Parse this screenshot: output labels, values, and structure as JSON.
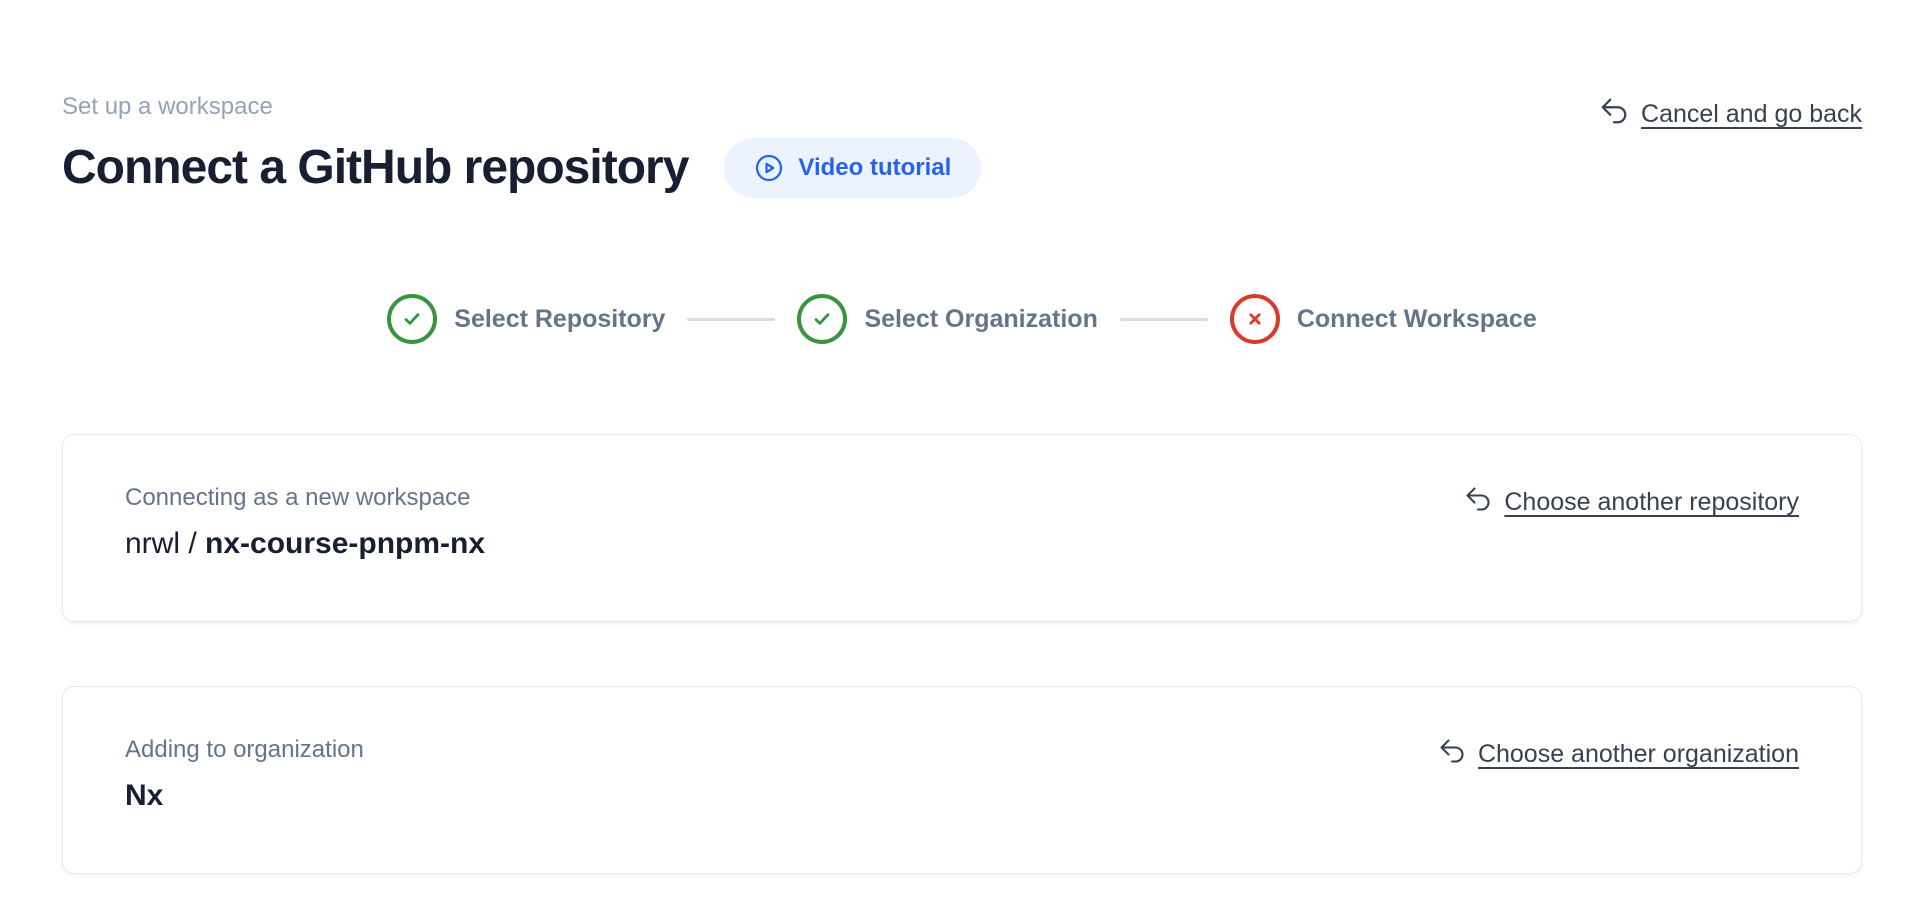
{
  "theme": {
    "accent_blue": "#2563eb",
    "video_pill_bg": "#edf3fe",
    "success_green": "#38953e",
    "error_red": "#d93a2b",
    "muted_text": "#94a3b8",
    "label_text": "#64748b",
    "dark_text": "#191f33",
    "link_text": "#374151",
    "border": "#e6e8ef",
    "connector": "#d7dbe2"
  },
  "header": {
    "eyebrow": "Set up a workspace",
    "title": "Connect a GitHub repository",
    "video_button_label": "Video tutorial",
    "cancel_link_label": "Cancel and go back"
  },
  "stepper": {
    "steps": [
      {
        "label": "Select Repository",
        "status": "complete",
        "icon": "check-circle"
      },
      {
        "label": "Select Organization",
        "status": "complete",
        "icon": "check-circle"
      },
      {
        "label": "Connect Workspace",
        "status": "error",
        "icon": "x-circle"
      }
    ]
  },
  "cards": [
    {
      "label": "Connecting as a new workspace",
      "value_owner": "nrwl / ",
      "value_name": "nx-course-pnpm-nx",
      "action_label": "Choose another repository"
    },
    {
      "label": "Adding to organization",
      "value_owner": "",
      "value_name": "Nx",
      "action_label": "Choose another organization"
    }
  ]
}
